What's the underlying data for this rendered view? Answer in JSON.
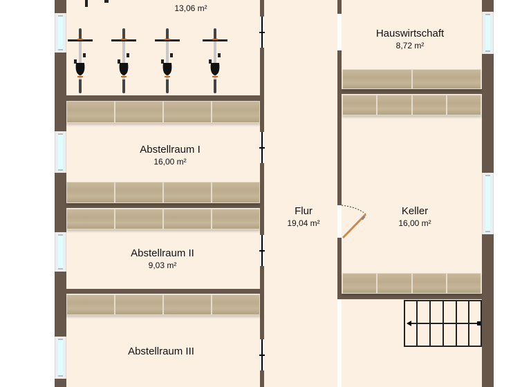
{
  "plan": {
    "colors": {
      "floor": "#fcf0e3",
      "wall": "#67574a",
      "window_glass": "#dffcff",
      "shelf": "#c2b293",
      "door_leaf": "#c98a4f",
      "background": "#ffffff"
    },
    "rooms": [
      {
        "id": "fahrradraum",
        "name": "",
        "area": "13,06 m²"
      },
      {
        "id": "abstellraum-1",
        "name": "Abstellraum I",
        "area": "16,00 m²"
      },
      {
        "id": "abstellraum-2",
        "name": "Abstellraum II",
        "area": "9,03 m²"
      },
      {
        "id": "abstellraum-3",
        "name": "Abstellraum III",
        "area": ""
      },
      {
        "id": "flur",
        "name": "Flur",
        "area": "19,04 m²"
      },
      {
        "id": "hauswirtschaft",
        "name": "Hauswirtschaft",
        "area": "8,72 m²"
      },
      {
        "id": "keller",
        "name": "Keller",
        "area": "16,00 m²"
      }
    ],
    "furniture": {
      "bicycles_count": 4,
      "stairs_steps": 6
    },
    "icons": {
      "bicycle": "bicycle-icon",
      "stairs": "stairs-icon",
      "door": "door-icon",
      "window": "window-icon",
      "shelf": "shelf-icon"
    }
  }
}
